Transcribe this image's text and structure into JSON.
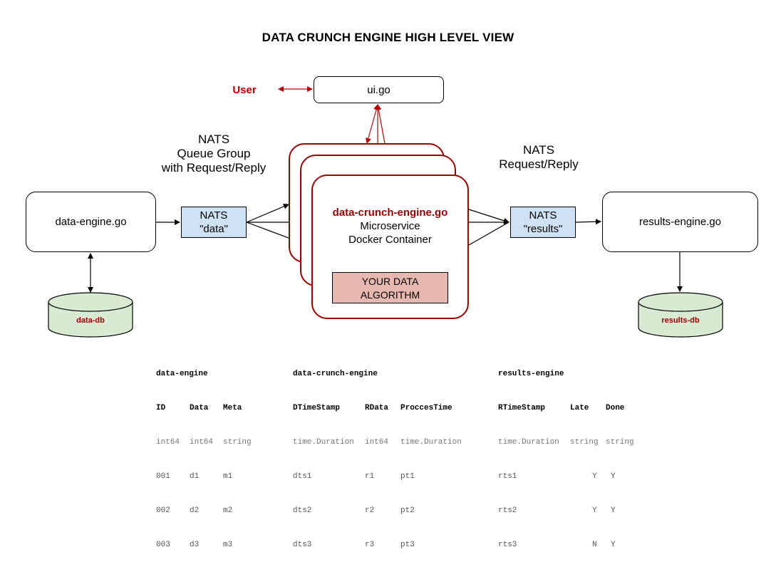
{
  "title": "DATA CRUNCH ENGINE HIGH LEVEL VIEW",
  "user_label": "User",
  "ui_box": "ui.go",
  "data_engine_box": "data-engine.go",
  "results_engine_box": "results-engine.go",
  "nats_data": [
    "NATS",
    "\"data\""
  ],
  "nats_results": [
    "NATS",
    "\"results\""
  ],
  "queue_group_label": [
    "NATS",
    "Queue Group",
    "with Request/Reply"
  ],
  "request_reply_label": [
    "NATS",
    "Request/Reply"
  ],
  "microservice": {
    "name": "data-crunch-engine.go",
    "line2": "Microservice",
    "line3": "Docker Container",
    "algorithm": [
      "YOUR DATA",
      "ALGORITHM"
    ]
  },
  "data_db": "data-db",
  "results_db": "results-db",
  "colors": {
    "accent_red": "#a00000",
    "nats_blue": "#cfe2f3",
    "algo_pink": "#e6b8af",
    "db_green": "#d9ead3"
  },
  "tables": {
    "data_engine": {
      "title": "data-engine",
      "headers": [
        "ID",
        "Data",
        "Meta"
      ],
      "types": [
        "int64",
        "int64",
        "string"
      ],
      "rows": [
        [
          "001",
          "d1",
          "m1"
        ],
        [
          "002",
          "d2",
          "m2"
        ],
        [
          "003",
          "d3",
          "m3"
        ]
      ]
    },
    "data_crunch_engine": {
      "title": "data-crunch-engine",
      "headers": [
        "DTimeStamp",
        "RData",
        "ProccesTime"
      ],
      "types": [
        "time.Duration",
        "int64",
        "time.Duration"
      ],
      "rows": [
        [
          "dts1",
          "r1",
          "pt1"
        ],
        [
          "dts2",
          "r2",
          "pt2"
        ],
        [
          "dts3",
          "r3",
          "pt3"
        ]
      ]
    },
    "results_engine": {
      "title": "results-engine",
      "headers": [
        "RTimeStamp",
        "Late",
        "Done"
      ],
      "types": [
        "time.Duration",
        "string",
        "string"
      ],
      "rows": [
        [
          "rts1",
          "Y",
          "Y"
        ],
        [
          "rts2",
          "Y",
          "Y"
        ],
        [
          "rts3",
          "N",
          "Y"
        ]
      ]
    }
  }
}
